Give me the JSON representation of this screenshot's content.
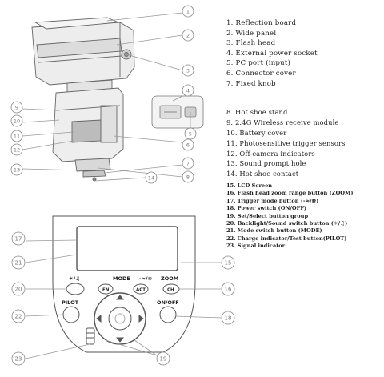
{
  "legend": {
    "group1": [
      "1. Reflection board",
      "2. Wide panel",
      "3. Flash head",
      "4. External power socket",
      "5. PC port (input)",
      "6. Connector cover",
      "7. Fixed knob"
    ],
    "group2": [
      "8. Hot shoe stand",
      "9. 2.4G Wireless receive module",
      "10. Battery cover",
      "11. Photosensitive trigger sensors",
      "12. Off-camera indicators",
      "13. Sound prompt hole",
      "14. Hot shoe contact"
    ],
    "group3": [
      "15. LCD Screen",
      "16. Flash head zoom range button (ZOOM)",
      "17. Trigger mode button (‐≈/❀)",
      "18. Power switch (ON/OFF)",
      "19. Set/Select button group",
      "20. Backlight/Sound switch button (☀/♫)",
      "21. Mode switch button (MODE)",
      "22. Charge indicator/Test button(PILOT)",
      "23. Signal indicator"
    ]
  },
  "panel": {
    "labels": {
      "backlight": "☀/♫",
      "mode": "MODE",
      "trigger": "‐≈/❀",
      "zoom": "ZOOM",
      "pilot": "PILOT",
      "onoff": "ON/OFF"
    },
    "button_texts": {
      "fn": "FN",
      "act": "ACT",
      "ch": "CH"
    }
  },
  "callouts": {
    "flash_side": [
      "1",
      "2",
      "3",
      "4",
      "5",
      "6",
      "7",
      "8",
      "9",
      "10",
      "11",
      "12",
      "13",
      "14"
    ],
    "panel": [
      "17",
      "21",
      "15",
      "20",
      "16",
      "22",
      "18",
      "23",
      "19"
    ]
  }
}
